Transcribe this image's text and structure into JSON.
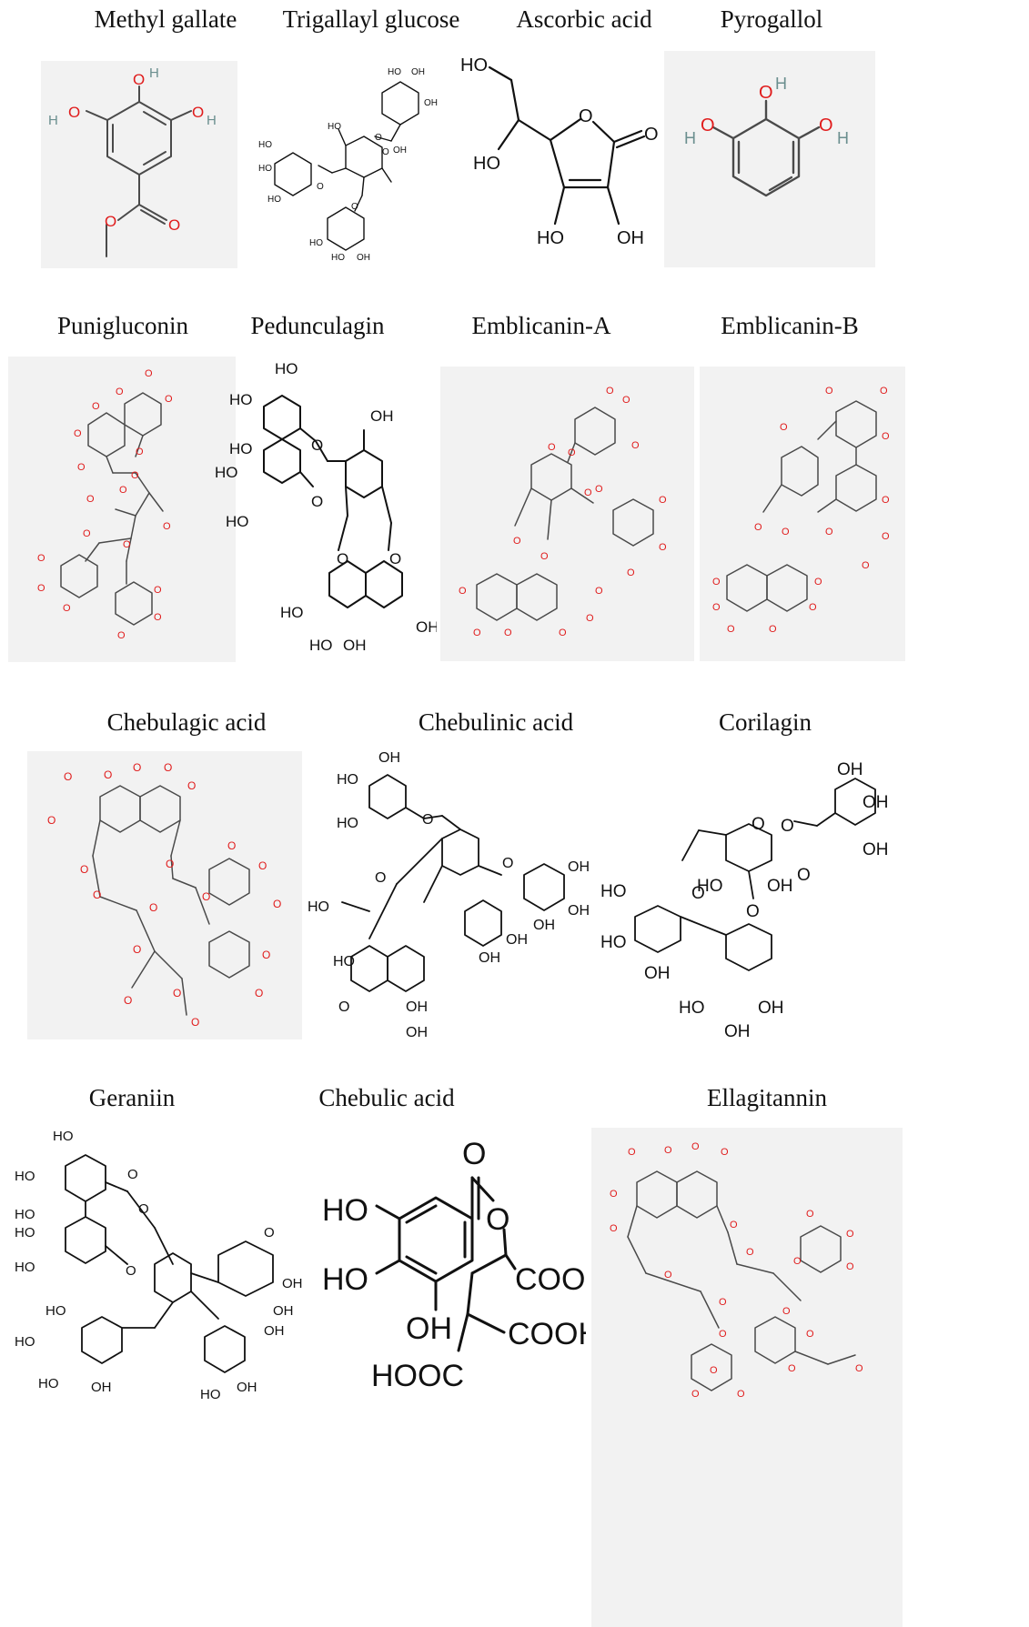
{
  "compounds": [
    {
      "name": "Methyl gallate"
    },
    {
      "name": "Trigallayl glucose"
    },
    {
      "name": "Ascorbic acid"
    },
    {
      "name": "Pyrogallol"
    },
    {
      "name": "Punigluconin"
    },
    {
      "name": "Pedunculagin"
    },
    {
      "name": "Emblicanin-A"
    },
    {
      "name": "Emblicanin-B"
    },
    {
      "name": "Chebulagic acid"
    },
    {
      "name": "Chebulinic acid"
    },
    {
      "name": "Corilagin"
    },
    {
      "name": "Geraniin"
    },
    {
      "name": "Chebulic acid"
    },
    {
      "name": "Ellagitannin"
    }
  ],
  "atom_labels": {
    "o": "O",
    "h": "H",
    "oh": "OH",
    "ho": "HO",
    "cooh": "COOH",
    "hooc": "HOOC"
  },
  "colors": {
    "oxygen": "#e01b1b",
    "hydrogen": "#6b8f8f",
    "bond": "#111111",
    "panel_bg": "#f2f2f2"
  }
}
